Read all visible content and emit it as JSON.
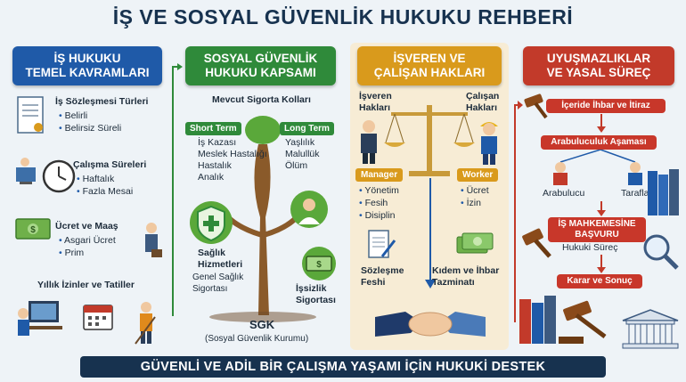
{
  "title": "İŞ VE SOSYAL GÜVENLİK HUKUKU REHBERİ",
  "footer": "GÜVENLİ VE ADİL BİR ÇALIŞMA YAŞAMI İÇİN HUKUKİ DESTEK",
  "col1": {
    "header": "İŞ HUKUKU\nTEMEL KAVRAMLARI",
    "s1_title": "İş Sözleşmesi Türleri",
    "s1_items": [
      "Belirli",
      "Belirsiz Süreli"
    ],
    "s2_title": "Çalışma Süreleri",
    "s2_items": [
      "Haftalık",
      "Fazla Mesai"
    ],
    "s3_title": "Ücret ve Maaş",
    "s3_items": [
      "Asgari Ücret",
      "Prim"
    ],
    "s4_title": "Yıllık İzinler ve Tatiller"
  },
  "col2": {
    "header": "SOSYAL GÜVENLİK\nHUKUKU KAPSAMI",
    "subtitle": "Mevcut Sigorta Kolları",
    "short_term": "Short Term",
    "short_items": [
      "İş Kazası",
      "Meslek Hastalığı",
      "Hastalık",
      "Analık"
    ],
    "long_term": "Long Term",
    "long_items": [
      "Yaşlılık",
      "Malullük",
      "Ölüm"
    ],
    "health": "Sağlık\nHizmetleri",
    "health_sub": "Genel Sağlık\nSigortası",
    "unemp": "İşsizlik\nSigortası",
    "sgk": "SGK",
    "sgk_sub": "(Sosyal Güvenlik Kurumu)"
  },
  "col3": {
    "header": "İŞVEREN VE\nÇALIŞAN HAKLARI",
    "employer": "İşveren\nHakları",
    "employee": "Çalışan\nHakları",
    "manager": "Manager",
    "manager_items": [
      "Yönetim",
      "Fesih",
      "Disiplin"
    ],
    "worker": "Worker",
    "worker_items": [
      "Ücret",
      "İzin"
    ],
    "contract": "Sözleşme\nFeshi",
    "severance": "Kıdem ve İhbar\nTazminatı"
  },
  "col4": {
    "header": "UYUŞMAZLIKLAR\nVE YASAL SÜREÇ",
    "step1": "İçeride İhbar ve İtiraz",
    "step2": "Arabuluculuk Aşaması",
    "mediator": "Arabulucu",
    "parties": "Taraflar",
    "step3": "İŞ MAHKEMESİNE\nBAŞVURU",
    "legal": "Hukuki Süreç",
    "step4": "Karar ve Sonuç"
  },
  "colors": {
    "blue": "#1f5aa8",
    "green": "#2f8a3a",
    "gold": "#d99a1c",
    "red": "#c23a2a",
    "navy": "#17324f"
  }
}
